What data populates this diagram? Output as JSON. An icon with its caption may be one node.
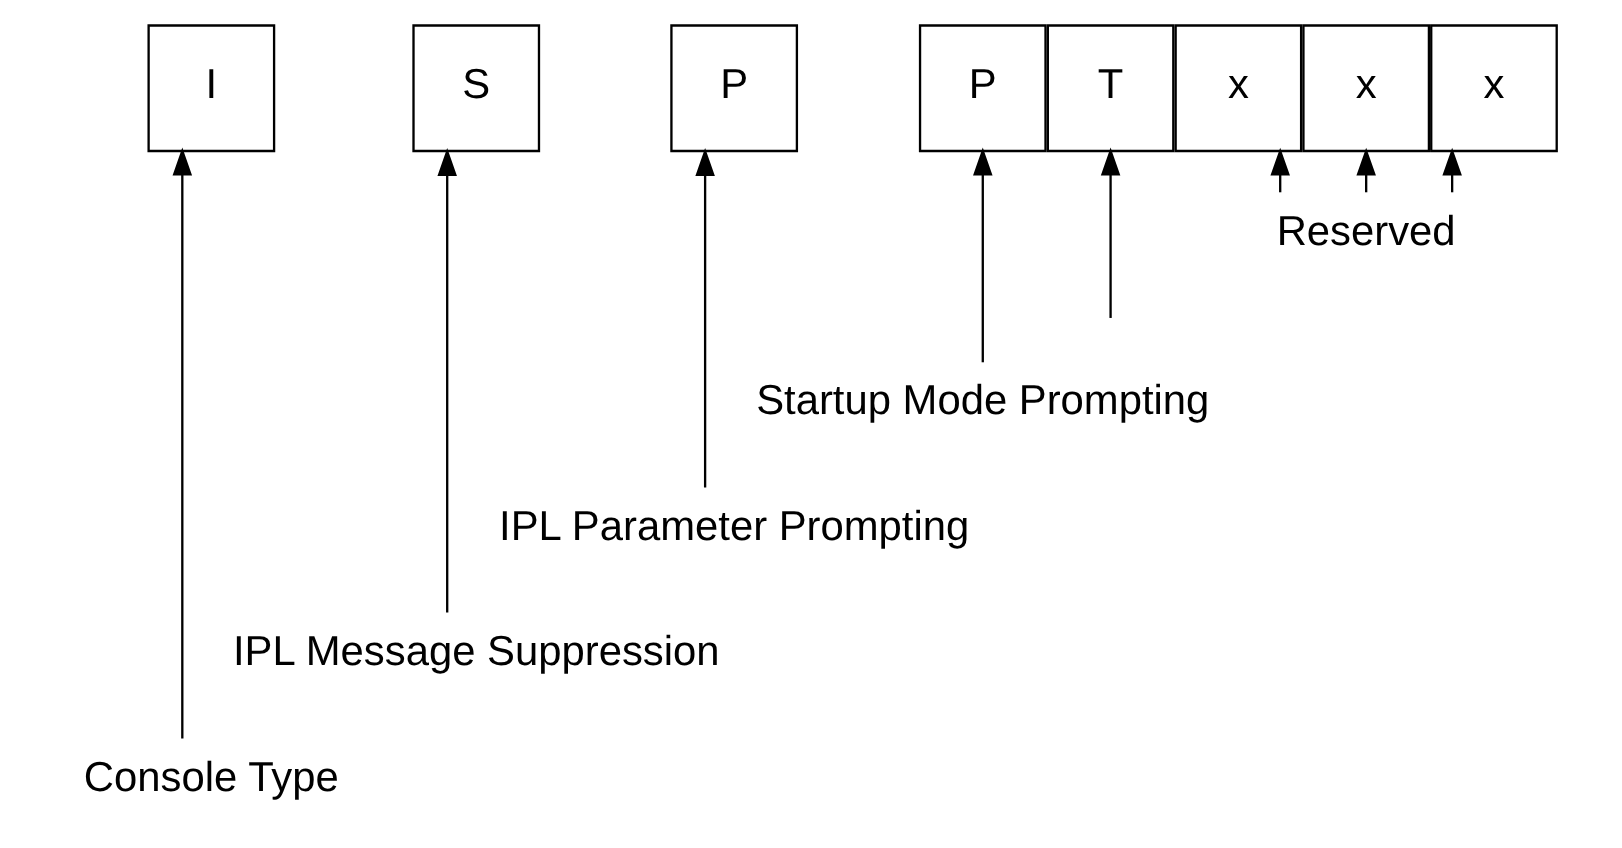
{
  "diagram": {
    "nodes": [
      {
        "text": [
          "I"
        ]
      },
      {
        "text": [
          "S"
        ]
      },
      {
        "text": [
          "P"
        ]
      },
      {
        "text": [
          "P"
        ]
      },
      {
        "text": [
          "T"
        ]
      },
      {
        "text": [
          "x"
        ]
      },
      {
        "text": [
          "x"
        ]
      },
      {
        "text": [
          "x"
        ]
      },
      {
        "text": [
          "Reserved"
        ]
      },
      {
        "text": [
          "Startup Mode Prompting"
        ]
      },
      {
        "text": [
          "IPL Parameter Prompting"
        ]
      },
      {
        "text": [
          "IPL Message Suppression"
        ]
      },
      {
        "text": [
          "Console Type"
        ]
      }
    ],
    "edges": [
      {
        "from": 8,
        "to": 5,
        "arrow": "to"
      },
      {
        "from": 8,
        "to": 6,
        "arrow": "to"
      },
      {
        "from": 8,
        "to": 7,
        "arrow": "to"
      },
      {
        "from": null,
        "to": 4,
        "arrow": "to"
      },
      {
        "from": 9,
        "to": 3,
        "arrow": "to"
      },
      {
        "from": 10,
        "to": 2,
        "arrow": "to"
      },
      {
        "from": 11,
        "to": 1,
        "arrow": "to"
      },
      {
        "from": 12,
        "to": 0,
        "arrow": "to"
      }
    ]
  }
}
